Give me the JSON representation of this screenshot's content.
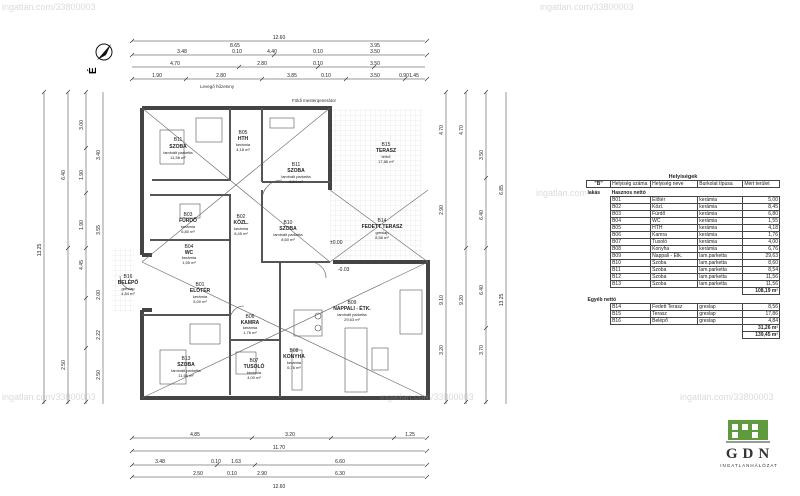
{
  "dims": {
    "top": [
      "12.60",
      "8.65",
      "3.95",
      "3.48",
      "0.10",
      "4.40",
      "0.10",
      "3.50",
      "4.70",
      "2.80",
      "0.10",
      "3.50",
      "1.90",
      "2.80",
      "3.85",
      "0.10",
      "3.50",
      "0.90",
      "1.45"
    ],
    "bottom": [
      "4.85",
      "3.20",
      "1.25",
      "11.70",
      "3.48",
      "0.10",
      "1.63",
      "6.60",
      "2.50",
      "0.10",
      "2.90",
      "6.30",
      "12.60"
    ],
    "left": [
      "13.25",
      "6.40",
      "3.00",
      "1.90",
      "2.50",
      "1.90",
      "4.45",
      "3.40",
      "2.00",
      "3.55",
      "2.22",
      "2.50"
    ],
    "right": [
      "4.70",
      "4.70",
      "6.85",
      "3.50",
      "2.90",
      "9.20",
      "3.70",
      "3.20",
      "13.25",
      "6.40",
      "9.10",
      "6.40"
    ]
  },
  "notes": {
    "ventilation": "Levegő hűzetvny",
    "gas_meter": "Földi mesterqenerátor"
  },
  "rooms": [
    {
      "code": "B11",
      "name": "SZOBA",
      "line1": "laminált parketta",
      "line2": "11,56 m²"
    },
    {
      "code": "B05",
      "name": "HTH",
      "line1": "kerámia",
      "line2": "4,18 m²"
    },
    {
      "code": "B11",
      "name": "SZOBA",
      "line1": "laminált parketta",
      "line2": "8,54 m²"
    },
    {
      "code": "B15",
      "name": "TERASZ",
      "line1": "térkő",
      "line2": "17,86 m²"
    },
    {
      "code": "B03",
      "name": "FÜRDŐ",
      "line1": "kerámia",
      "line2": "6,80 m²"
    },
    {
      "code": "B02",
      "name": "KÖZL.",
      "line1": "kerámia",
      "line2": "8,45 m²"
    },
    {
      "code": "B10",
      "name": "SZOBA",
      "line1": "laminált parketta",
      "line2": "8,60 m²"
    },
    {
      "code": "B14",
      "name": "FEDETT TERASZ",
      "line1": "greslap",
      "line2": "8,56 m²"
    },
    {
      "code": "B04",
      "name": "WC",
      "line1": "kerámia",
      "line2": "1,55 m²"
    },
    {
      "code": "B16",
      "name": "BELÉPŐ",
      "line1": "greslap",
      "line2": "4,84 m²"
    },
    {
      "code": "B01",
      "name": "ELŐTÉR",
      "line1": "kerámia",
      "line2": "5,00 m²"
    },
    {
      "code": "B09",
      "name": "NAPPALI - ÉTK.",
      "line1": "laminált parketta",
      "line2": "29,63 m²"
    },
    {
      "code": "B06",
      "name": "KAMRA",
      "line1": "kerámia",
      "line2": "1,76 m²"
    },
    {
      "code": "B08",
      "name": "KONYHA",
      "line1": "kerámia",
      "line2": "6,76 m²"
    },
    {
      "code": "B13",
      "name": "SZOBA",
      "line1": "laminált parketta",
      "line2": "11,56 m²"
    },
    {
      "code": "B07",
      "name": "TUSOLÓ",
      "line1": "kerámia",
      "line2": "4,00 m²"
    }
  ],
  "levels": [
    "±0.00",
    "-0.03"
  ],
  "compass": "É",
  "table": {
    "title": "Helyiségek",
    "block": "\"B\"",
    "block_sub": "lakás",
    "headers": [
      "Helyiség száma",
      "Helyiség neve",
      "Burkolat típusa",
      "Mért terület"
    ],
    "net_label": "Hasznos nettó",
    "rows": [
      [
        "B01",
        "Előtér",
        "kerámia",
        "5,00"
      ],
      [
        "B02",
        "Közl.",
        "kerámia",
        "8,45"
      ],
      [
        "B03",
        "Fürdő",
        "kerámia",
        "6,80"
      ],
      [
        "B04",
        "WC",
        "kerámia",
        "1,55"
      ],
      [
        "B05",
        "HTH",
        "kerámia",
        "4,18"
      ],
      [
        "B06",
        "Kamra",
        "kerámia",
        "1,76"
      ],
      [
        "B07",
        "Tusoló",
        "kerámia",
        "4,00"
      ],
      [
        "B08",
        "Konyha",
        "kerámia",
        "6,76"
      ],
      [
        "B09",
        "Nappali - Étk.",
        "lam.parketta",
        "29,63"
      ],
      [
        "B10",
        "Szoba",
        "lam.parketta",
        "8,60"
      ],
      [
        "B11",
        "Szoba",
        "lam.parketta",
        "8,54"
      ],
      [
        "B12",
        "Szoba",
        "lam.parketta",
        "11,56"
      ],
      [
        "B13",
        "Szoba",
        "lam.parketta",
        "11,56"
      ]
    ],
    "net_total": "108,19 m²",
    "other_label": "Egyéb nettó",
    "other_rows": [
      [
        "B14",
        "Fedett Terasz",
        "greslap",
        "8,56"
      ],
      [
        "B15",
        "Terasz",
        "greslap",
        "17,86"
      ],
      [
        "B16",
        "Belépő",
        "greslap",
        "4,84"
      ]
    ],
    "other_total": "31,26 m²",
    "grand_total": "139,45 m²"
  },
  "logo": {
    "word": "GDN",
    "sub": "INGATLANHÁLÓZAT"
  },
  "watermarks": [
    "ingatlan.com/33800003",
    "ingatlan.com/33800003",
    "ingatlan.com/33800003",
    "ingatlan.com/33800003",
    "ingatlan.com/33800003",
    "ingatlan.com/33800003"
  ]
}
